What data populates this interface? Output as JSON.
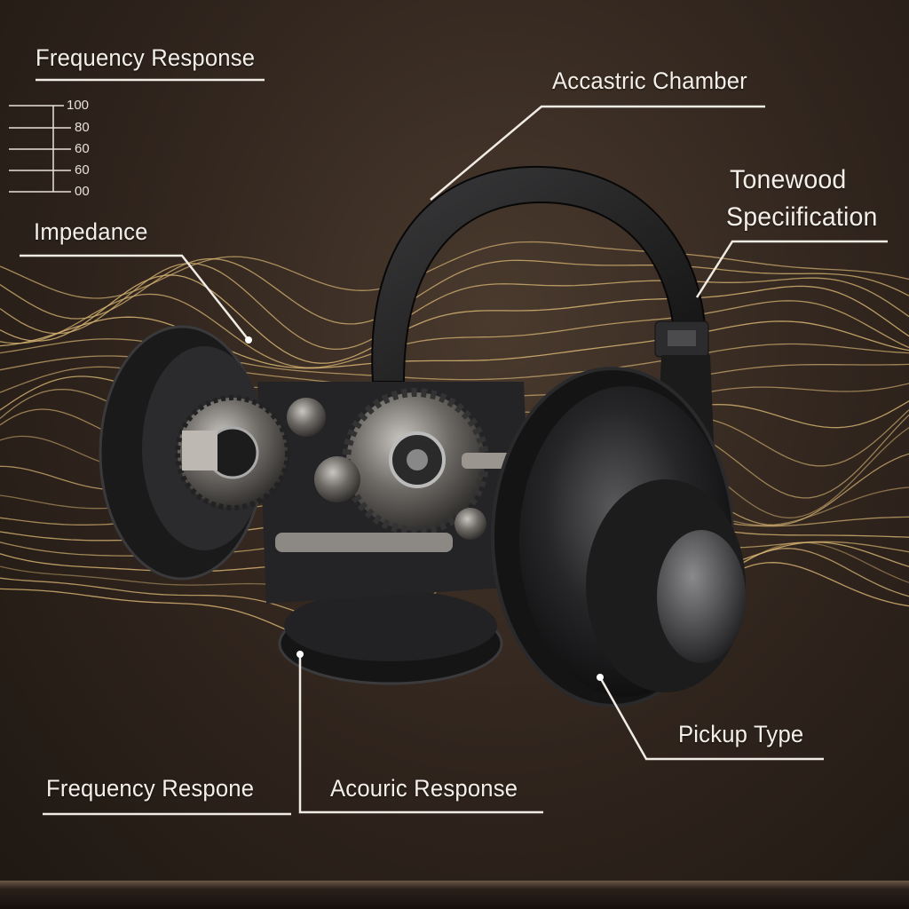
{
  "labels": {
    "frequency_response_top": "Frequency Response",
    "acoustic_chamber": "Accastric Chamber",
    "tonewood_line1": "Tonewood",
    "tonewood_line2": "Speciification",
    "impedance": "Impedance",
    "pickup_type": "Pickup Type",
    "frequency_response_bottom": "Frequency Respone",
    "acouric_response": "Acouric Response"
  },
  "mini_scale": {
    "ticks": [
      "100",
      "80",
      "60",
      "60",
      "00"
    ]
  },
  "colors": {
    "background": "#33271f",
    "wave": "#d8b574",
    "leader": "#f0ebe4"
  }
}
